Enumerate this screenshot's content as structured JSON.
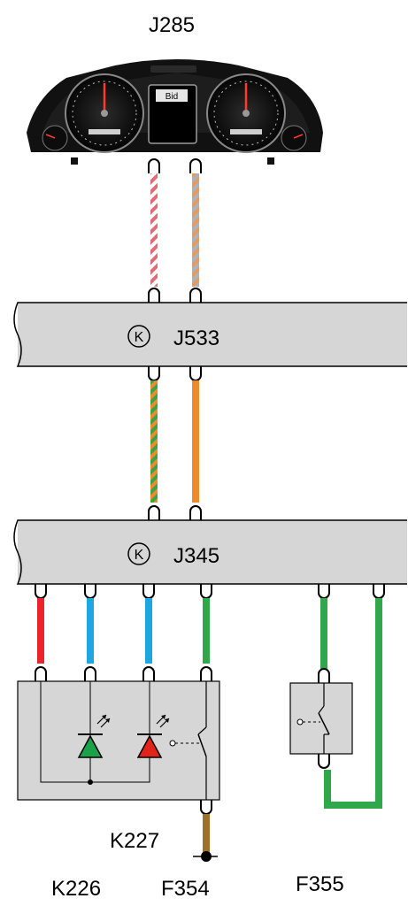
{
  "components": {
    "instrument_cluster": {
      "label": "J285",
      "display_text": "Bid"
    },
    "gateway": {
      "label": "J533",
      "symbol": "K"
    },
    "control_module": {
      "label": "J345",
      "symbol": "K"
    },
    "indicator_lamp": {
      "label": "K227"
    },
    "switch_box_left": {
      "label": "K226"
    },
    "switch_f354": {
      "label": "F354"
    },
    "switch_f355": {
      "label": "F355"
    }
  },
  "colors": {
    "box_fill": "#d6d6d6",
    "wire_red": "#e8252b",
    "wire_blue": "#1ea6e0",
    "wire_green": "#2ea84a",
    "wire_orange": "#ef8a2a",
    "wire_brown": "#a0702a",
    "led_green": "#1aa14a",
    "led_red": "#e2231a"
  }
}
